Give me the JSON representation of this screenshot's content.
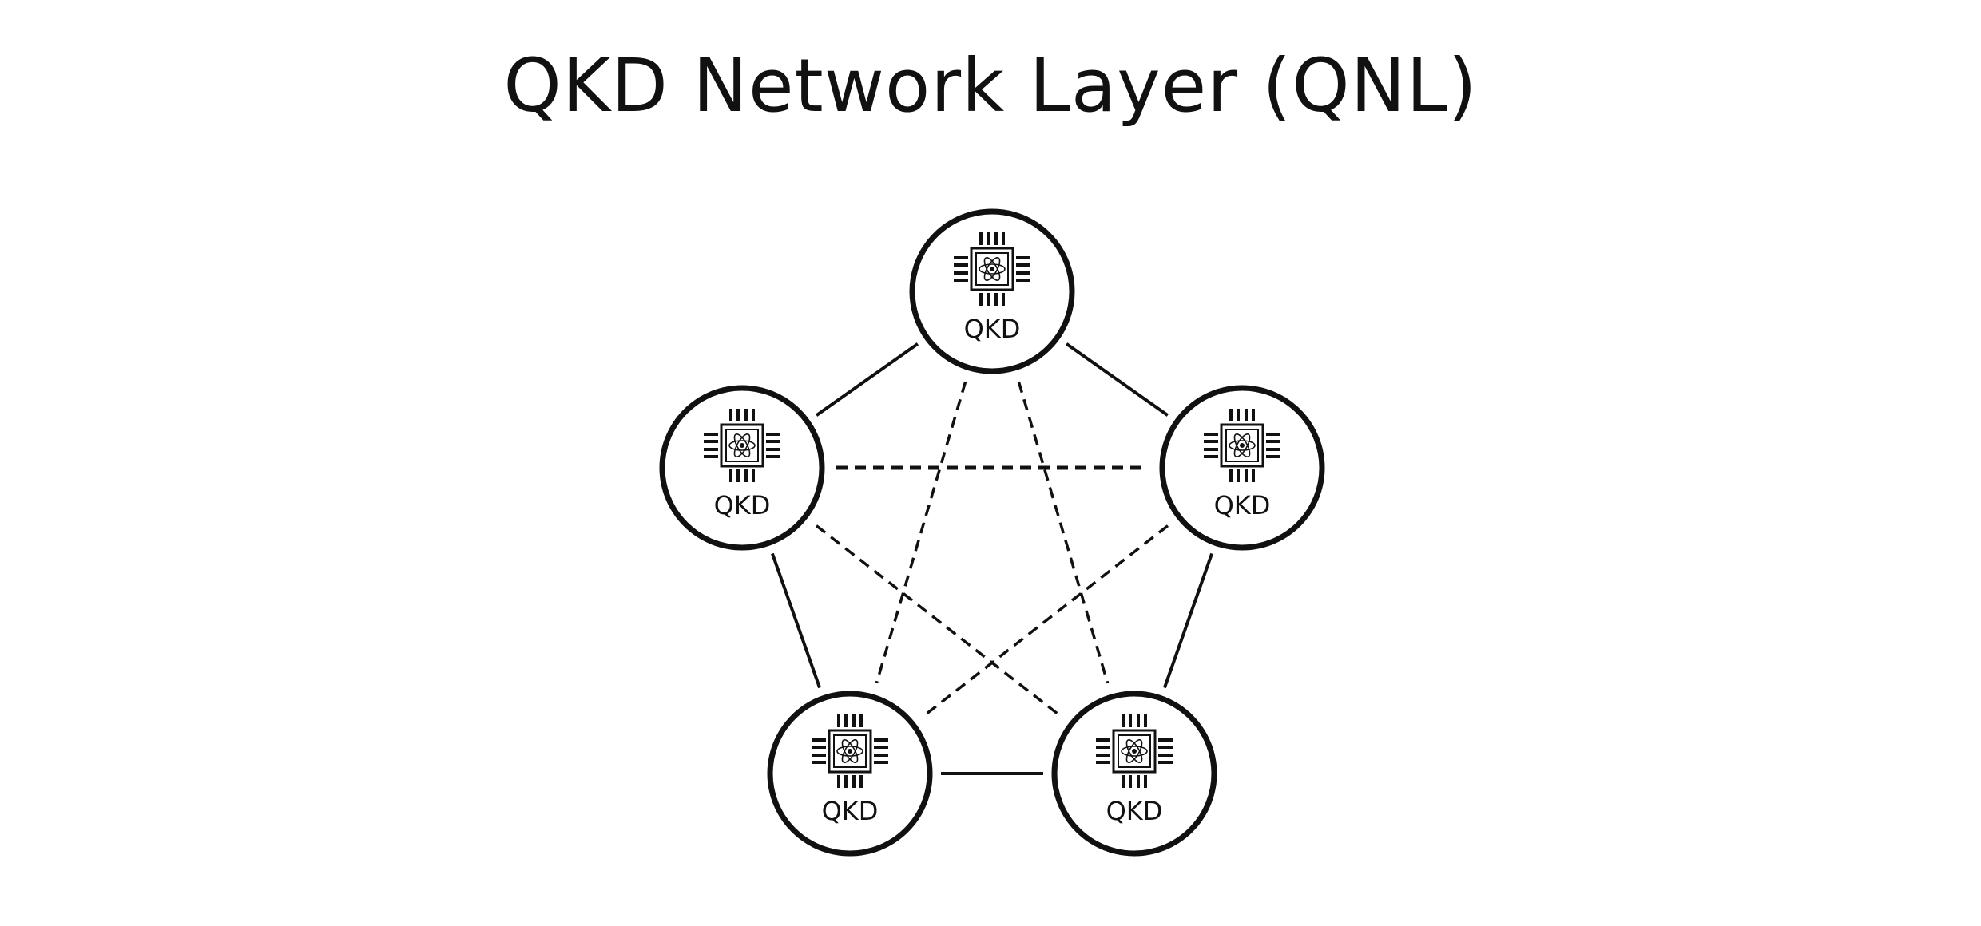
{
  "title": "QKD Network Layer (QNL)",
  "nodes": [
    {
      "id": "top",
      "label": "QKD",
      "icon": "quantum-chip-icon"
    },
    {
      "id": "upper-left",
      "label": "QKD",
      "icon": "quantum-chip-icon"
    },
    {
      "id": "upper-right",
      "label": "QKD",
      "icon": "quantum-chip-icon"
    },
    {
      "id": "lower-left",
      "label": "QKD",
      "icon": "quantum-chip-icon"
    },
    {
      "id": "lower-right",
      "label": "QKD",
      "icon": "quantum-chip-icon"
    }
  ],
  "links": [
    {
      "from": "top",
      "to": "upper-left",
      "style": "solid"
    },
    {
      "from": "top",
      "to": "upper-right",
      "style": "solid"
    },
    {
      "from": "upper-left",
      "to": "lower-left",
      "style": "solid"
    },
    {
      "from": "upper-right",
      "to": "lower-right",
      "style": "solid"
    },
    {
      "from": "lower-left",
      "to": "lower-right",
      "style": "solid"
    },
    {
      "from": "top",
      "to": "lower-left",
      "style": "dashed"
    },
    {
      "from": "top",
      "to": "lower-right",
      "style": "dashed"
    },
    {
      "from": "upper-left",
      "to": "upper-right",
      "style": "dashed"
    },
    {
      "from": "upper-left",
      "to": "lower-right",
      "style": "dashed"
    },
    {
      "from": "upper-right",
      "to": "lower-left",
      "style": "dashed"
    }
  ],
  "colors": {
    "stroke": "#111111",
    "background": "#ffffff"
  }
}
